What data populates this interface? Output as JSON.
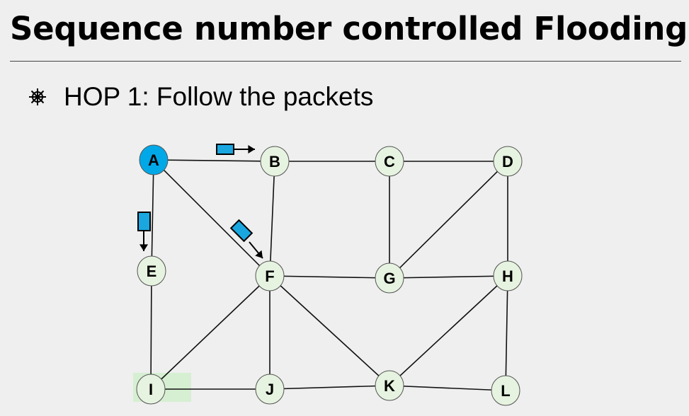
{
  "title": "Sequence number controlled Flooding",
  "bullet": {
    "icon": "ship-wheel-icon",
    "text": "HOP 1: Follow the packets"
  },
  "colors": {
    "background": "#efefef",
    "node_fill": "#e6f3e0",
    "source_fill": "#00a8e8",
    "packet_fill": "#1aa7e0",
    "highlight": "#d6efd2"
  },
  "graph": {
    "source_node": "A",
    "nodes": [
      {
        "id": "A",
        "label": "A"
      },
      {
        "id": "B",
        "label": "B"
      },
      {
        "id": "C",
        "label": "C"
      },
      {
        "id": "D",
        "label": "D"
      },
      {
        "id": "E",
        "label": "E"
      },
      {
        "id": "F",
        "label": "F"
      },
      {
        "id": "G",
        "label": "G"
      },
      {
        "id": "H",
        "label": "H"
      },
      {
        "id": "I",
        "label": "I"
      },
      {
        "id": "J",
        "label": "J"
      },
      {
        "id": "K",
        "label": "K"
      },
      {
        "id": "L",
        "label": "L"
      }
    ],
    "edges": [
      [
        "A",
        "B"
      ],
      [
        "B",
        "C"
      ],
      [
        "C",
        "D"
      ],
      [
        "A",
        "E"
      ],
      [
        "A",
        "F"
      ],
      [
        "B",
        "F"
      ],
      [
        "C",
        "G"
      ],
      [
        "D",
        "G"
      ],
      [
        "D",
        "H"
      ],
      [
        "F",
        "G"
      ],
      [
        "G",
        "H"
      ],
      [
        "E",
        "I"
      ],
      [
        "F",
        "I"
      ],
      [
        "F",
        "J"
      ],
      [
        "F",
        "K"
      ],
      [
        "H",
        "K"
      ],
      [
        "H",
        "L"
      ],
      [
        "I",
        "J"
      ],
      [
        "J",
        "K"
      ],
      [
        "K",
        "L"
      ]
    ],
    "packets": [
      {
        "from": "A",
        "to": "B"
      },
      {
        "from": "A",
        "to": "F"
      },
      {
        "from": "A",
        "to": "E"
      }
    ]
  }
}
